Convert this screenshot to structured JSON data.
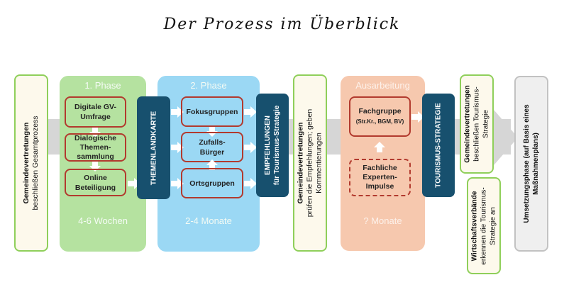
{
  "title": "Der Prozess im Überblick",
  "colors": {
    "phase1": "#b5e2a0",
    "phase2": "#9bd8f4",
    "ausarbeitung": "#f6c8ae",
    "navy": "#17506e",
    "red_border": "#b23a2e",
    "green_border": "#8fcf5a",
    "band": "#d6d6d6"
  },
  "start": {
    "bold": "Gemeindevertretungen",
    "text": "beschließen Gesamtprozess"
  },
  "phase1": {
    "label": "1.  Phase",
    "duration": "4-6 Wochen",
    "steps": [
      {
        "line1": "Digitale GV-",
        "line2": "Umfrage",
        "line3": ""
      },
      {
        "line1": "Dialogische",
        "line2": "Themen-",
        "line3": "sammlung"
      },
      {
        "line1": "Online",
        "line2": "Beteiligung",
        "line3": ""
      }
    ]
  },
  "themenlandkarte": "THEMENLANDKARTE",
  "phase2": {
    "label": "2. Phase",
    "duration": "2-4 Monate",
    "steps": [
      {
        "line1": "Fokusgruppen",
        "line2": ""
      },
      {
        "line1": "Zufalls-",
        "line2": "Bürger"
      },
      {
        "line1": "Ortsgruppen",
        "line2": ""
      }
    ]
  },
  "empfehlungen": {
    "line1": "EMPFEHLUNGEN",
    "line2": "für Tourismus-Strategie"
  },
  "review": {
    "bold": "Gemeindevertretungen",
    "line1": "prüfen die Empfehlungen; geben",
    "line2": "Kommentierungen"
  },
  "ausarbeitung": {
    "label": "Ausarbeitung",
    "duration": "? Monate",
    "fachgruppe": {
      "title": "Fachgruppe",
      "sub": "(Str.Kr., BGM, BV)"
    },
    "impulse": {
      "line1": "Fachliche",
      "line2": "Experten-",
      "line3": "Impulse"
    }
  },
  "strategie": "TOURISMUS-STRATEGIE",
  "beschluss": {
    "bold": "Gemeindevertretungen",
    "line1": "beschließen Tourismus-",
    "line2": "Strategie"
  },
  "wirtschaft": {
    "bold": "Wirtschaftsverbände",
    "line1": "erkennen die Tourismus-",
    "line2": "Strategie an"
  },
  "umsetzung": {
    "line1": "Umsetzungsphase (auf Basis eines",
    "line2": "Maßnahmenplans)"
  }
}
